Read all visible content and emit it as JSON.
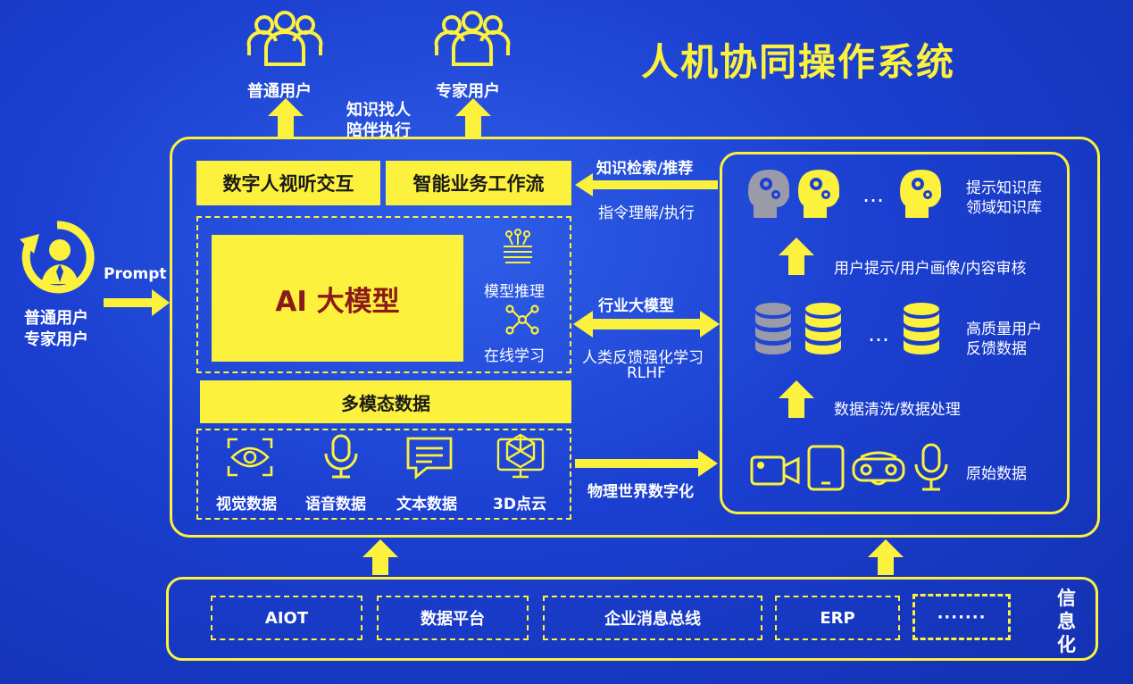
{
  "title": "人机协同操作系统",
  "top_users": {
    "left_label": "普通用户",
    "right_label": "专家用户",
    "middle_line1": "知识找人",
    "middle_line2": "陪伴执行"
  },
  "left_user": {
    "prompt": "Prompt",
    "line1": "普通用户",
    "line2": "专家用户"
  },
  "left_panel": {
    "digital_human": "数字人视听交互",
    "workflow": "智能业务工作流",
    "ai_model": "AI 大模型",
    "model_inference": "模型推理",
    "online_learning": "在线学习",
    "multimodal": "多模态数据",
    "modalities": [
      "视觉数据",
      "语音数据",
      "文本数据",
      "3D点云"
    ]
  },
  "middle_arrows": {
    "top_label1": "知识检索/推荐",
    "top_label2": "指令理解/执行",
    "mid_label1": "行业大模型",
    "mid_label2": "人类反馈强化学习",
    "mid_label3": "RLHF",
    "bottom_label": "物理世界数字化"
  },
  "right_panel": {
    "ellipsis": "…",
    "knowledge_line1": "提示知识库",
    "knowledge_line2": "领域知识库",
    "user_step": "用户提示/用户画像/内容审核",
    "data_line1": "高质量用户",
    "data_line2": "反馈数据",
    "clean_step": "数据清洗/数据处理",
    "raw_data": "原始数据"
  },
  "bottom_bar": {
    "items": [
      "AIOT",
      "数据平台",
      "企业消息总线",
      "ERP",
      "·······"
    ],
    "side_label": [
      "信",
      "息",
      "化"
    ]
  },
  "colors": {
    "background": "#1b3fd0",
    "accent_yellow": "#fcf13c",
    "dark_red_text": "#8b1a1a",
    "gray_icon": "#9a9aa8"
  }
}
